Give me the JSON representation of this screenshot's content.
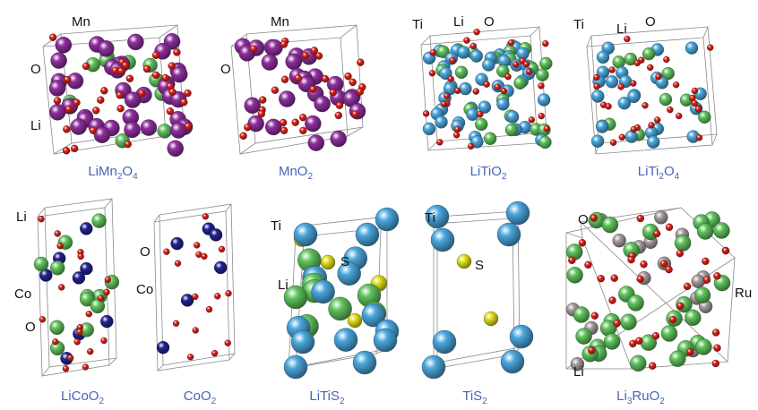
{
  "colors": {
    "Mn": "#8e2f9e",
    "O": "#e0231b",
    "Li": "#5fc25c",
    "Ti": "#4aa6dc",
    "Co": "#23228e",
    "S": "#dede1a",
    "Ru": "#a69a9a",
    "caption": "#4a63b8"
  },
  "panels": [
    {
      "id": "limn2o4",
      "caption": [
        [
          "LiMn",
          ""
        ],
        [
          "2",
          "sub"
        ],
        [
          "O",
          ""
        ],
        [
          "4",
          "sub"
        ]
      ],
      "labels": [
        "Mn",
        "O",
        "Li"
      ]
    },
    {
      "id": "mno2",
      "caption": [
        [
          "MnO",
          ""
        ],
        [
          "2",
          "sub"
        ]
      ],
      "labels": [
        "Mn",
        "O"
      ]
    },
    {
      "id": "litio2",
      "caption": [
        [
          "LiTiO",
          ""
        ],
        [
          "2",
          "sub"
        ]
      ],
      "labels": [
        "Ti",
        "Li",
        "O"
      ]
    },
    {
      "id": "liti2o4",
      "caption": [
        [
          "LiTi",
          ""
        ],
        [
          "2",
          "sub"
        ],
        [
          "O",
          ""
        ],
        [
          "4",
          "sub"
        ]
      ],
      "labels": [
        "Ti",
        "Li",
        "O"
      ]
    },
    {
      "id": "licoo2",
      "caption": [
        [
          "LiCoO",
          ""
        ],
        [
          "2",
          "sub"
        ]
      ],
      "labels": [
        "Li",
        "Co",
        "O"
      ]
    },
    {
      "id": "coo2",
      "caption": [
        [
          "CoO",
          ""
        ],
        [
          "2",
          "sub"
        ]
      ],
      "labels": [
        "O",
        "Co"
      ]
    },
    {
      "id": "lits2",
      "caption": [
        [
          "LiTiS",
          ""
        ],
        [
          "2",
          "sub"
        ]
      ],
      "labels": [
        "Ti",
        "S",
        "Li"
      ]
    },
    {
      "id": "tis2",
      "caption": [
        [
          "TiS",
          ""
        ],
        [
          "2",
          "sub"
        ]
      ],
      "labels": [
        "Ti",
        "S"
      ]
    },
    {
      "id": "li3ruo2",
      "caption": [
        [
          "Li",
          ""
        ],
        [
          "3",
          "sub"
        ],
        [
          "RuO",
          ""
        ],
        [
          "2",
          "sub"
        ]
      ],
      "labels": [
        "O",
        "Ru",
        "Li"
      ]
    }
  ]
}
